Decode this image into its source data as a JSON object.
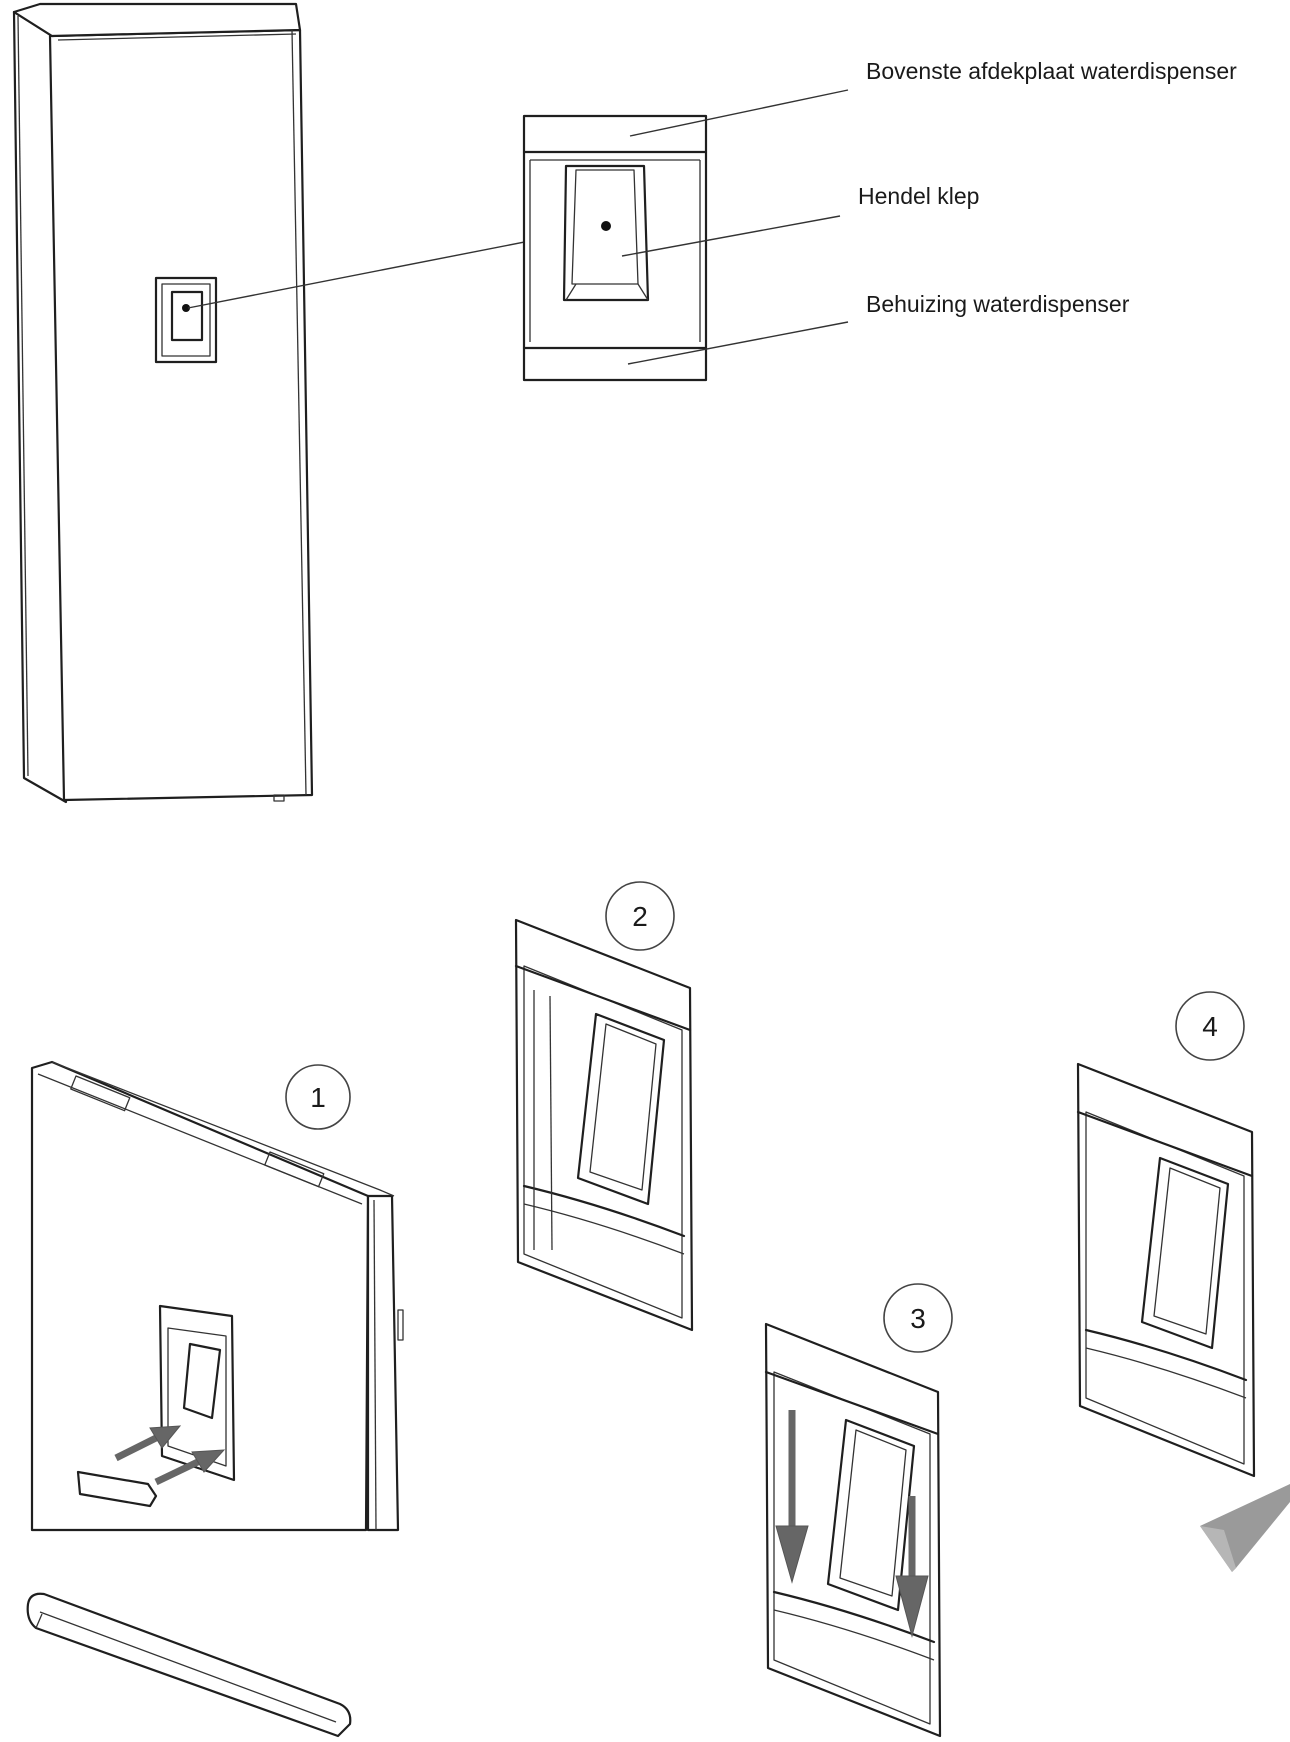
{
  "labels": {
    "top_cover": "Bovenste afdekplaat waterdispenser",
    "lever": "Hendel klep",
    "housing": "Behuizing waterdispenser"
  },
  "steps": [
    "1",
    "2",
    "3",
    "4"
  ],
  "colors": {
    "line": "#1f1f1f",
    "arrow": "#666666",
    "check": "#9a9a9a"
  },
  "icons": [
    "push-arrow-icon",
    "down-arrow-icon",
    "checkmark-icon"
  ]
}
